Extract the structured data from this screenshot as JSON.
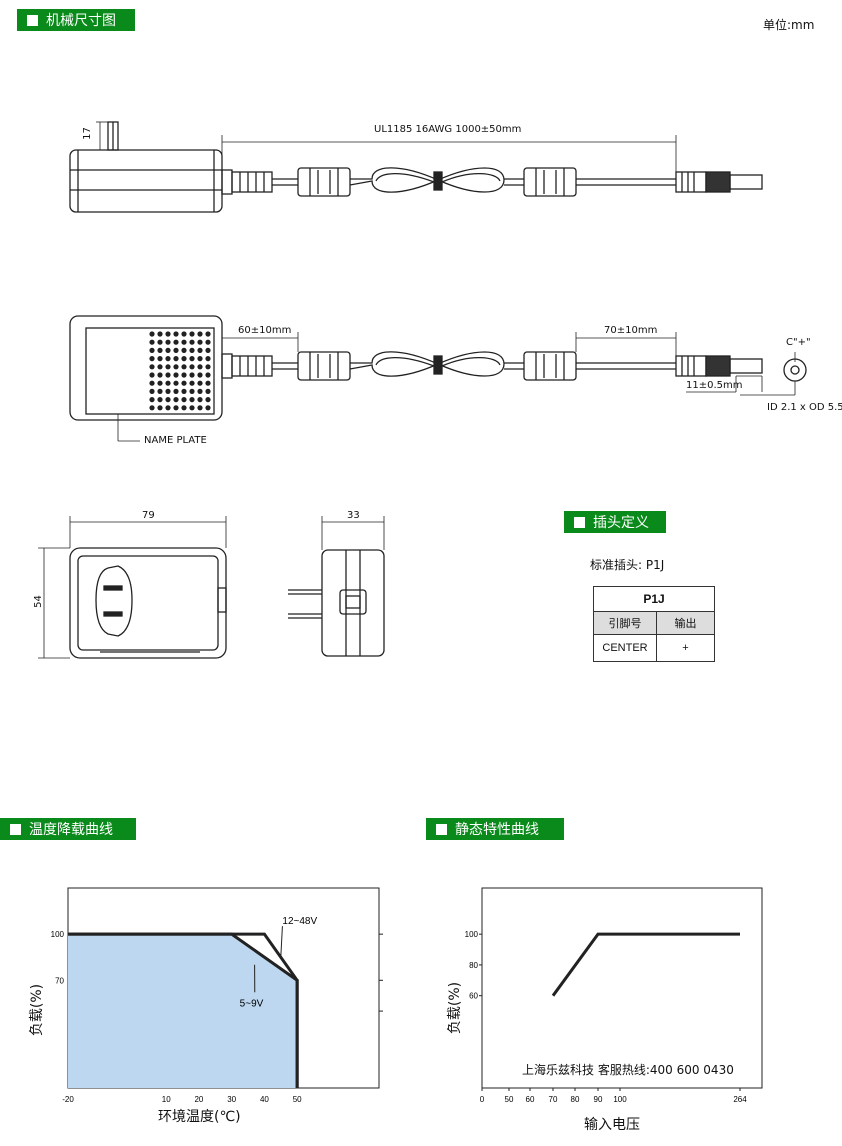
{
  "sections": {
    "mech_title": "机械尺寸图",
    "plug_title": "插头定义",
    "derating_title": "温度降载曲线",
    "static_title": "静态特性曲线"
  },
  "unit": "单位:mm",
  "top_view": {
    "cable_label": "UL1185 16AWG 1000±50mm",
    "prong_dim": "17"
  },
  "side_view": {
    "dim_left": "60±10mm",
    "dim_right": "70±10mm",
    "dim_tip": "11±0.5mm",
    "name_plate": "NAME PLATE",
    "polarity": "C\"+\"",
    "connector_spec": "ID 2.1 x OD 5.5"
  },
  "front_view": {
    "width": "79",
    "height": "54",
    "depth": "33"
  },
  "plug": {
    "standard_label": "标准插头: P1J",
    "table_title": "P1J",
    "headers": [
      "引脚号",
      "输出"
    ],
    "rows": [
      [
        "CENTER",
        "+"
      ]
    ]
  },
  "chart_data": [
    {
      "type": "area",
      "xlabel": "环境温度(℃)",
      "ylabel": "负载(%)",
      "x_ticks": [
        -20,
        10,
        20,
        30,
        40,
        50
      ],
      "y_ticks": [
        100,
        70
      ],
      "xlim": [
        -20,
        75
      ],
      "ylim": [
        0,
        130
      ],
      "series": [
        {
          "name": "12~48V",
          "x": [
            -20,
            40,
            50,
            50
          ],
          "y": [
            100,
            100,
            70,
            0
          ]
        },
        {
          "name": "5~9V",
          "x": [
            -20,
            30,
            50,
            50
          ],
          "y": [
            100,
            100,
            70,
            0
          ]
        }
      ]
    },
    {
      "type": "line",
      "xlabel": "输入电压",
      "ylabel": "负载(%)",
      "x_ticks": [
        0,
        50,
        60,
        70,
        80,
        90,
        100,
        264
      ],
      "y_ticks": [
        100,
        80,
        60
      ],
      "ylim": [
        0,
        130
      ],
      "series": [
        {
          "name": "",
          "x": [
            70,
            90,
            264
          ],
          "y": [
            60,
            100,
            100
          ]
        }
      ],
      "annotation": "上海乐兹科技 客服热线:400 600 0430"
    }
  ]
}
